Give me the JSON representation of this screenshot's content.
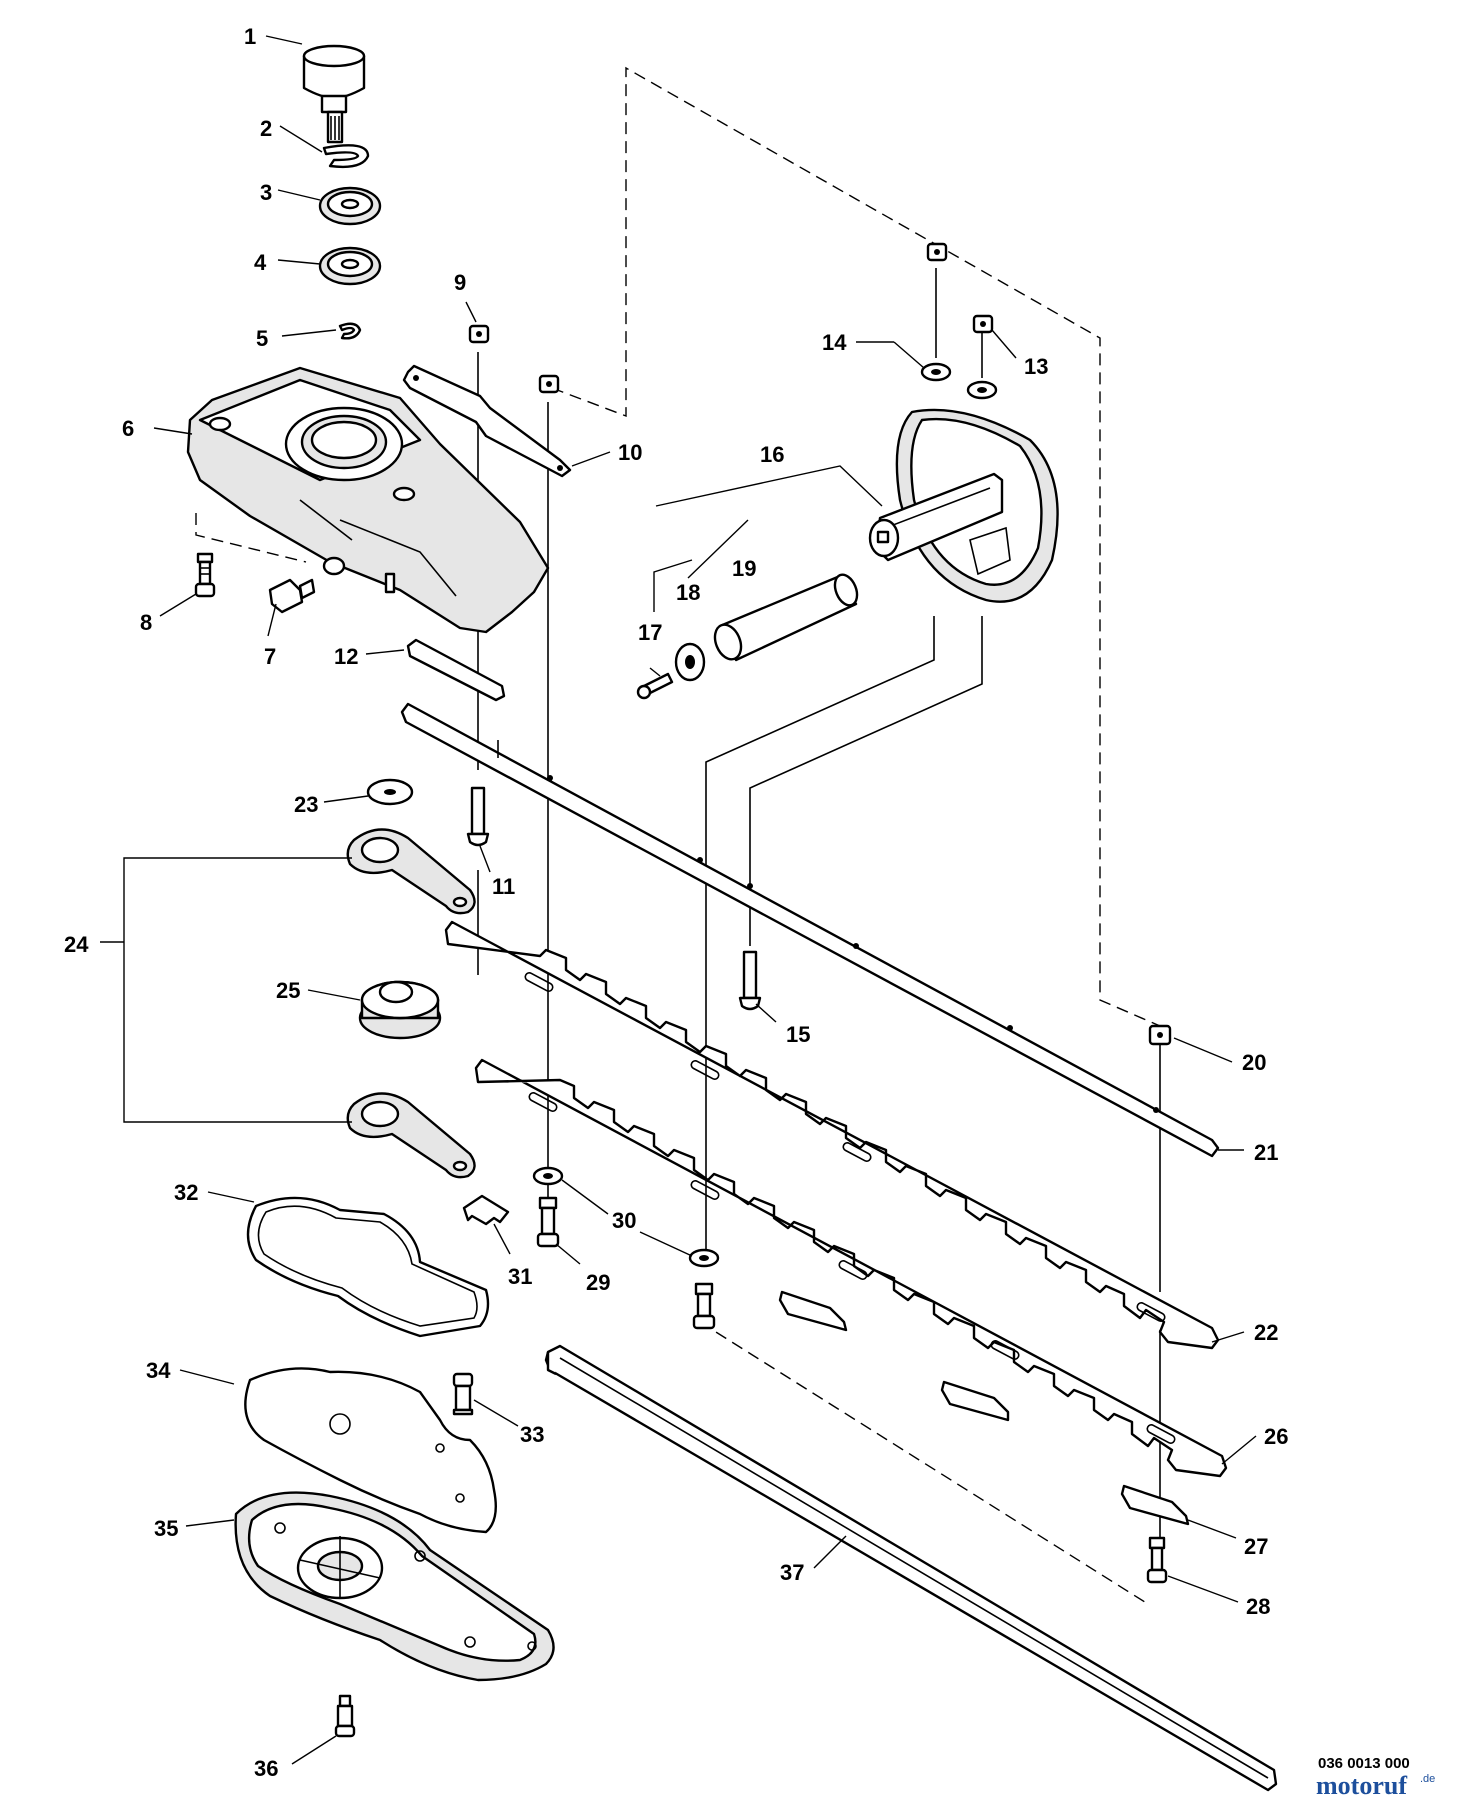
{
  "callouts": [
    {
      "id": "1",
      "label": "1"
    },
    {
      "id": "2",
      "label": "2"
    },
    {
      "id": "3",
      "label": "3"
    },
    {
      "id": "4",
      "label": "4"
    },
    {
      "id": "5",
      "label": "5"
    },
    {
      "id": "6",
      "label": "6"
    },
    {
      "id": "7",
      "label": "7"
    },
    {
      "id": "8",
      "label": "8"
    },
    {
      "id": "9",
      "label": "9"
    },
    {
      "id": "10",
      "label": "10"
    },
    {
      "id": "11",
      "label": "11"
    },
    {
      "id": "12",
      "label": "12"
    },
    {
      "id": "13",
      "label": "13"
    },
    {
      "id": "14",
      "label": "14"
    },
    {
      "id": "15",
      "label": "15"
    },
    {
      "id": "16",
      "label": "16"
    },
    {
      "id": "17",
      "label": "17"
    },
    {
      "id": "18",
      "label": "18"
    },
    {
      "id": "19",
      "label": "19"
    },
    {
      "id": "20",
      "label": "20"
    },
    {
      "id": "21",
      "label": "21"
    },
    {
      "id": "22",
      "label": "22"
    },
    {
      "id": "23",
      "label": "23"
    },
    {
      "id": "24",
      "label": "24"
    },
    {
      "id": "25",
      "label": "25"
    },
    {
      "id": "26",
      "label": "26"
    },
    {
      "id": "27",
      "label": "27"
    },
    {
      "id": "28",
      "label": "28"
    },
    {
      "id": "29",
      "label": "29"
    },
    {
      "id": "30",
      "label": "30"
    },
    {
      "id": "31",
      "label": "31"
    },
    {
      "id": "32",
      "label": "32"
    },
    {
      "id": "33",
      "label": "33"
    },
    {
      "id": "34",
      "label": "34"
    },
    {
      "id": "35",
      "label": "35"
    },
    {
      "id": "36",
      "label": "36"
    },
    {
      "id": "37",
      "label": "37"
    }
  ],
  "drawing_id": "036 0013 000",
  "watermark": {
    "text": "motoruf",
    "suffix": ".de"
  }
}
